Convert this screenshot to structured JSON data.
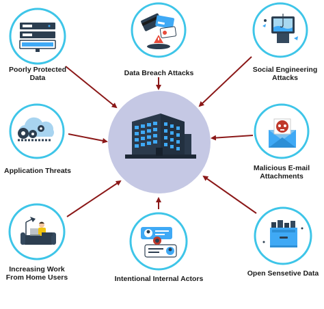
{
  "center": {
    "icon": "office-building-icon",
    "circle_color": "#c5c8e4",
    "building_color": "#2b3a4c",
    "window_color": "#3fa9f5"
  },
  "colors": {
    "ring": "#3ec5e8",
    "arrow": "#8b1818"
  },
  "nodes": [
    {
      "id": "poorly-protected-data",
      "icon": "server-stack-icon",
      "label_lines": [
        "Poorly Protected",
        "Data"
      ]
    },
    {
      "id": "data-breach-attacks",
      "icon": "stolen-cards-icon",
      "label_lines": [
        "Data Breach Attacks"
      ]
    },
    {
      "id": "social-engineering-attacks",
      "icon": "phishing-hook-icon",
      "label_lines": [
        "Social Engineering",
        "Attacks"
      ]
    },
    {
      "id": "application-threats",
      "icon": "cloud-gears-icon",
      "label_lines": [
        "Application Threats"
      ]
    },
    {
      "id": "malicious-email-attachments",
      "icon": "malicious-email-icon",
      "label_lines": [
        "Malicious E-mail",
        "Attachments"
      ]
    },
    {
      "id": "increasing-work-from-home-users",
      "icon": "remote-worker-icon",
      "label_lines": [
        "Increasing Work",
        "From Home Users"
      ]
    },
    {
      "id": "intentional-internal-actors",
      "icon": "chat-profiles-icon",
      "label_lines": [
        "Intentional Internal Actors"
      ]
    },
    {
      "id": "open-sensitive-data",
      "icon": "open-file-drawer-icon",
      "label_lines": [
        "Open Sensetive Data"
      ]
    }
  ]
}
